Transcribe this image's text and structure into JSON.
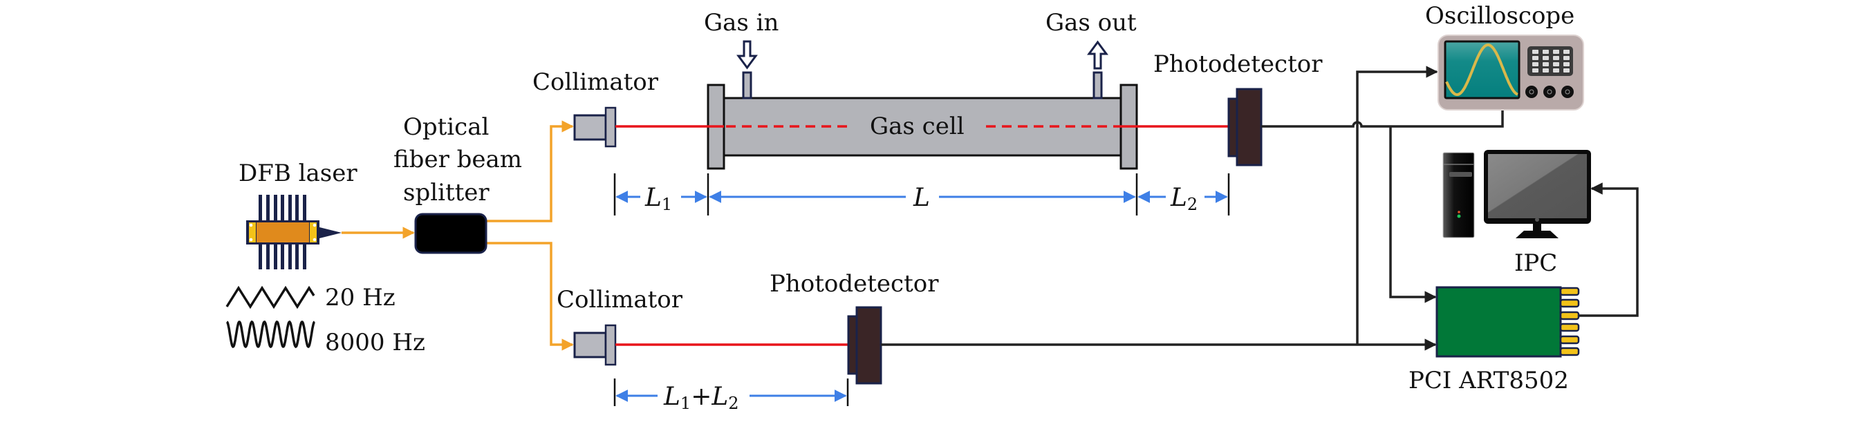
{
  "title": "TDLAS gas detection experimental setup",
  "labels": {
    "dfb_laser": "DFB laser",
    "splitter_line1": "Optical",
    "splitter_line2": "fiber beam",
    "splitter_line3": "splitter",
    "collimator_top": "Collimator",
    "collimator_bottom": "Collimator",
    "gas_in": "Gas in",
    "gas_out": "Gas out",
    "gas_cell": "Gas cell",
    "photodetector_top": "Photodetector",
    "photodetector_bottom": "Photodetector",
    "oscilloscope": "Oscilloscope",
    "ipc": "IPC",
    "daq_card": "PCI ART8502"
  },
  "modulation": [
    {
      "waveform": "triangle-wave",
      "frequency_label": "20 Hz"
    },
    {
      "waveform": "sine-wave",
      "frequency_label": "8000 Hz"
    }
  ],
  "dimensions": {
    "l1": {
      "symbol": "L",
      "subscript": "1"
    },
    "l": {
      "symbol": "L",
      "subscript": ""
    },
    "l2": {
      "symbol": "L",
      "subscript": "2"
    },
    "l1_plus_l2": {
      "symbol1": "L",
      "sub1": "1",
      "op": "+",
      "symbol2": "L",
      "sub2": "2"
    }
  },
  "colors": {
    "fiber": "#f3a32a",
    "laser_beam": "#e8151b",
    "dimension": "#3e7fe6",
    "signal_wire": "#222222",
    "gas_cell_fill": "#b3b4b9",
    "daq_green": "#017838",
    "laser_body": "#e08a1c",
    "pin_dark": "#1a2249",
    "scope_body": "#b9aaa9",
    "scope_screen": "#0b8584",
    "scope_trace": "#d9b84a",
    "pcb_pin": "#f3c219"
  }
}
